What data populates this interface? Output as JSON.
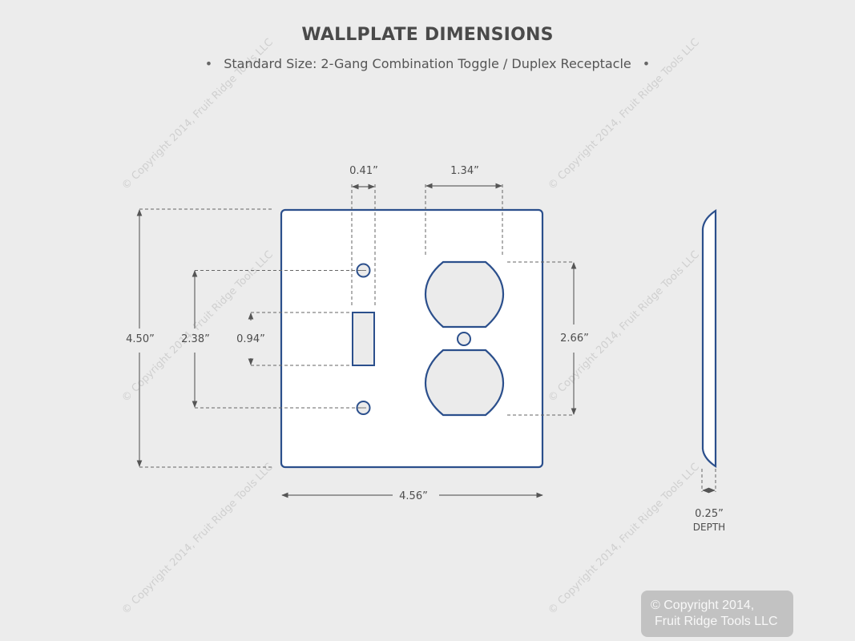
{
  "header": {
    "title": "WALLPLATE DIMENSIONS",
    "bullet": "•",
    "subtitle": "Standard Size: 2-Gang Combination Toggle / Duplex Receptacle"
  },
  "colors": {
    "background": "#ececec",
    "plate_fill": "#ffffff",
    "plate_stroke": "#2b4f8c",
    "cutout_fill": "#ebebeb",
    "dimension_line": "#555555",
    "text": "#4a4a4a",
    "copyright_box": "#c2c2c2"
  },
  "dimensions": {
    "overall_height": "4.50”",
    "toggle_screw_spacing": "2.38”",
    "toggle_opening_height": "0.94”",
    "toggle_opening_width": "0.41”",
    "receptacle_width": "1.34”",
    "receptacle_height": "2.66”",
    "overall_width": "4.56”",
    "depth_value": "0.25”",
    "depth_label": "DEPTH"
  },
  "watermark": {
    "text": "© Copyright 2014, Fruit Ridge Tools LLC"
  },
  "copyright": {
    "line1": "© Copyright 2014,",
    "line2": "Fruit Ridge Tools LLC"
  }
}
